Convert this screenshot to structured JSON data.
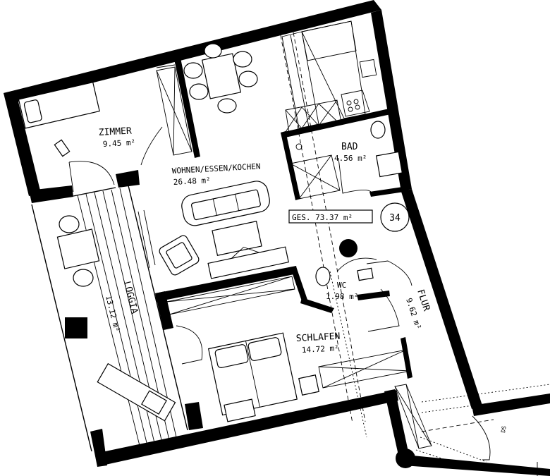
{
  "rooms": {
    "zimmer": {
      "name": "ZIMMER",
      "area": "9.45 m²"
    },
    "wohnen": {
      "name": "WOHNEN/ESSEN/KOCHEN",
      "area": "26.48 m²"
    },
    "bad": {
      "name": "BAD",
      "area": "4.56 m²"
    },
    "wc": {
      "name": "WC",
      "area": "1.98 m²"
    },
    "flur": {
      "name": "FLUR",
      "area": "9.62 m²"
    },
    "schlafen": {
      "name": "SCHLAFEN",
      "area": "14.72 m²"
    },
    "loggia": {
      "name": "LOGGIA",
      "area": "13.12 m²"
    }
  },
  "total_area": "GES. 73.37 m²",
  "unit_number": "34",
  "corner_mark": "DS"
}
